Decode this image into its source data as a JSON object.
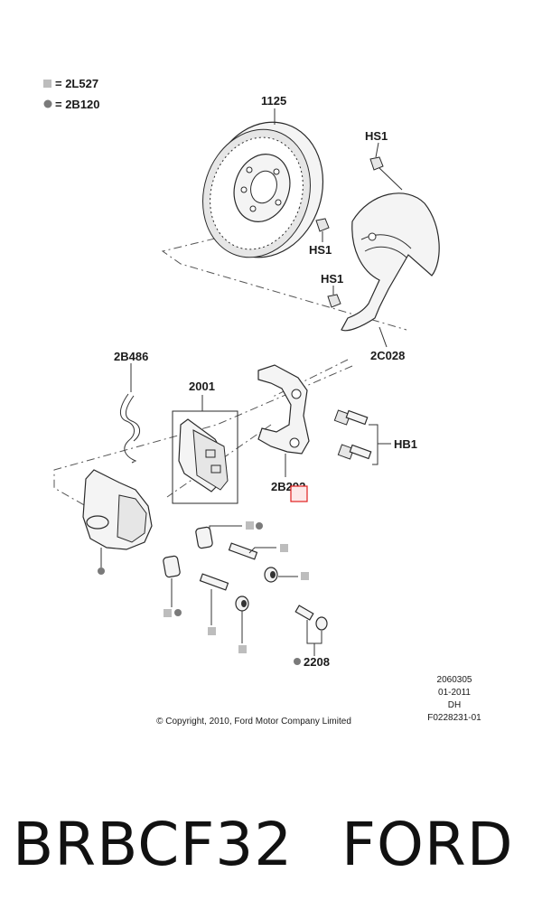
{
  "legend": {
    "square_text": "= 2L527",
    "circle_text": "= 2B120",
    "square_color": "#bdbdbd",
    "circle_color": "#7a7a7a"
  },
  "labels": {
    "disc": "1125",
    "hs1_top": "HS1",
    "hs1_mid": "HS1",
    "hs1_low": "HS1",
    "shield": "2C028",
    "spring": "2B486",
    "pads": "2001",
    "bracket": "2B292",
    "bolts": "HB1",
    "bleed": "2208"
  },
  "icons": {
    "legend_square": "grease-square-icon",
    "legend_circle": "grease-circle-icon"
  },
  "highlight_color": "#e02020",
  "meta": {
    "line1": "2060305",
    "line2": "01-2011",
    "line3": "DH",
    "line4": "F0228231-01",
    "copyright": "© Copyright, 2010, Ford Motor Company Limited"
  },
  "caption": {
    "left": "BRBCF32",
    "right": "FORD"
  }
}
